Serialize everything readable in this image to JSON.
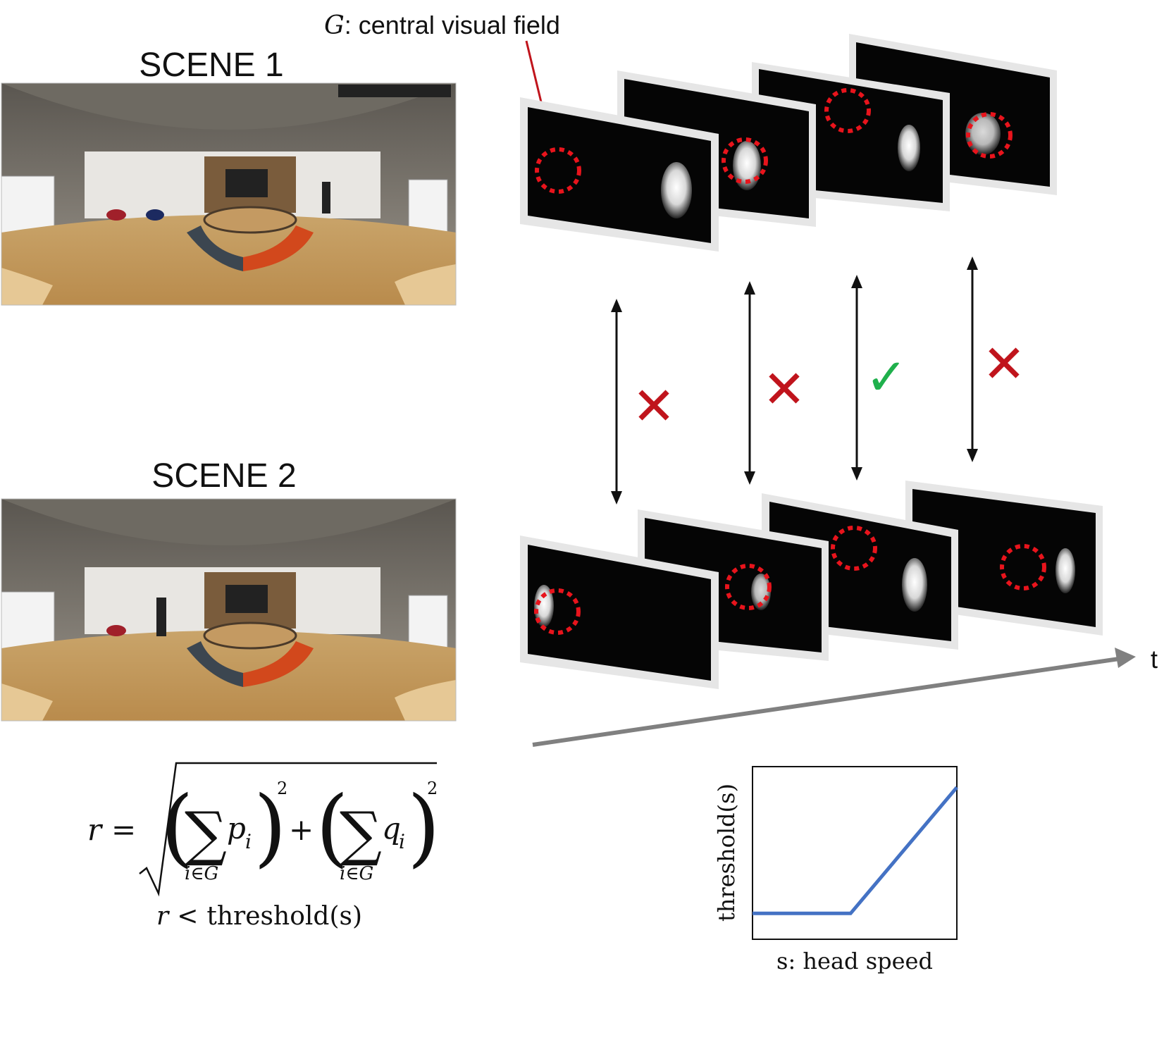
{
  "scenes": [
    {
      "title": "SCENE 1"
    },
    {
      "title": "SCENE 2"
    }
  ],
  "annotation": {
    "symbol": "G",
    "text": ": central visual field"
  },
  "time_axis_label": "t",
  "comparisons": [
    {
      "result": "mismatch",
      "mark": "✕"
    },
    {
      "result": "mismatch",
      "mark": "✕"
    },
    {
      "result": "match",
      "mark": "✓"
    },
    {
      "result": "mismatch",
      "mark": "✕"
    }
  ],
  "formula": {
    "lhs": "r",
    "eq": "=",
    "sum_index": "i∈G",
    "term1": "p",
    "term2": "q",
    "subscript": "i",
    "power": "2",
    "plus": "+",
    "sum_symbol": "∑",
    "condition_var": "r",
    "condition_op": "<",
    "condition_rhs": "threshold(s)"
  },
  "threshold_chart": {
    "ylabel": "threshold(s)",
    "xlabel": "s: head speed"
  },
  "colors": {
    "cross": "#c0141c",
    "check": "#1fb04c",
    "circle": "#e8141c",
    "axis": "#808080",
    "line": "#4472c4"
  },
  "chart_data": {
    "type": "line",
    "title": "",
    "xlabel": "s: head speed",
    "ylabel": "threshold(s)",
    "x": [
      0,
      0.48,
      1.0
    ],
    "y": [
      0.15,
      0.15,
      0.88
    ],
    "xlim": [
      0,
      1
    ],
    "ylim": [
      0,
      1
    ],
    "grid": false
  }
}
